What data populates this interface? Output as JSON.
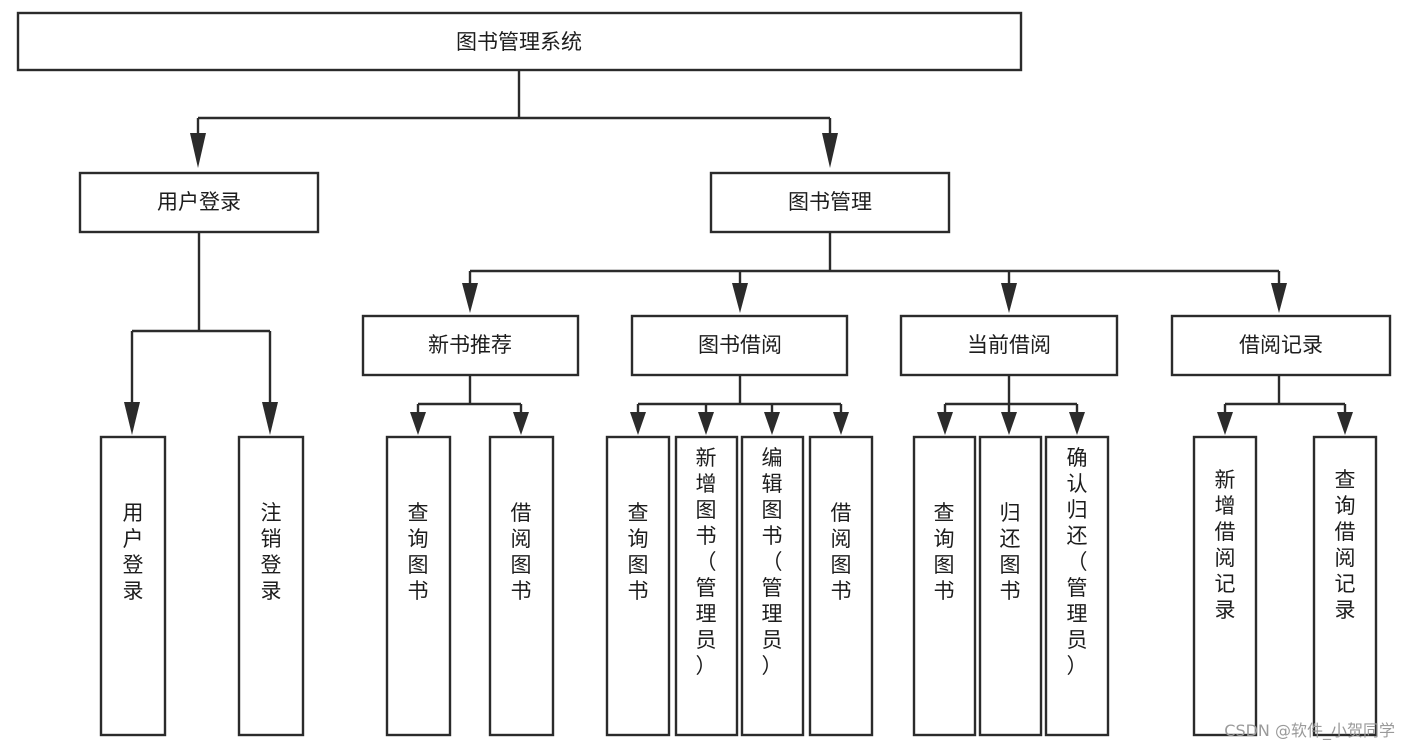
{
  "diagram": {
    "type": "tree-hierarchy",
    "title": "图书管理系统",
    "root": {
      "id": "root",
      "label": "图书管理系统",
      "orientation": "horizontal"
    },
    "level1": [
      {
        "id": "user-login",
        "label": "用户登录",
        "orientation": "horizontal"
      },
      {
        "id": "book-management",
        "label": "图书管理",
        "orientation": "horizontal"
      }
    ],
    "level2": [
      {
        "id": "new-book-recommend",
        "label": "新书推荐",
        "orientation": "horizontal",
        "parent": "book-management"
      },
      {
        "id": "book-borrow",
        "label": "图书借阅",
        "orientation": "horizontal",
        "parent": "book-management"
      },
      {
        "id": "current-borrow",
        "label": "当前借阅",
        "orientation": "horizontal",
        "parent": "book-management"
      },
      {
        "id": "borrow-record",
        "label": "借阅记录",
        "orientation": "horizontal",
        "parent": "book-management"
      }
    ],
    "leaves": [
      {
        "id": "leaf-user-login",
        "label": "用户登录",
        "orientation": "vertical",
        "parent": "user-login"
      },
      {
        "id": "leaf-user-logout",
        "label": "注销登录",
        "orientation": "vertical",
        "parent": "user-login"
      },
      {
        "id": "leaf-query-book-1",
        "label": "查询图书",
        "orientation": "vertical",
        "parent": "new-book-recommend"
      },
      {
        "id": "leaf-borrow-book-1",
        "label": "借阅图书",
        "orientation": "vertical",
        "parent": "new-book-recommend"
      },
      {
        "id": "leaf-query-book-2",
        "label": "查询图书",
        "orientation": "vertical",
        "parent": "book-borrow"
      },
      {
        "id": "leaf-add-book",
        "label": "新增图书（管理员）",
        "orientation": "vertical",
        "parent": "book-borrow"
      },
      {
        "id": "leaf-edit-book",
        "label": "编辑图书（管理员）",
        "orientation": "vertical",
        "parent": "book-borrow"
      },
      {
        "id": "leaf-borrow-book-2",
        "label": "借阅图书",
        "orientation": "vertical",
        "parent": "book-borrow"
      },
      {
        "id": "leaf-query-book-3",
        "label": "查询图书",
        "orientation": "vertical",
        "parent": "current-borrow"
      },
      {
        "id": "leaf-return-book",
        "label": "归还图书",
        "orientation": "vertical",
        "parent": "current-borrow"
      },
      {
        "id": "leaf-confirm-return",
        "label": "确认归还（管理员）",
        "orientation": "vertical",
        "parent": "current-borrow"
      },
      {
        "id": "leaf-add-record",
        "label": "新增借阅记录",
        "orientation": "vertical",
        "parent": "borrow-record"
      },
      {
        "id": "leaf-query-record",
        "label": "查询借阅记录",
        "orientation": "vertical",
        "parent": "borrow-record"
      }
    ],
    "colors": {
      "box_stroke": "#2b2b2b",
      "box_fill": "#ffffff",
      "text": "#1d1d1d",
      "connector": "#2b2b2b",
      "background": "#ffffff",
      "watermark": "#9a9a9a"
    }
  },
  "watermark": {
    "text": "CSDN @软件_小贺同学"
  }
}
